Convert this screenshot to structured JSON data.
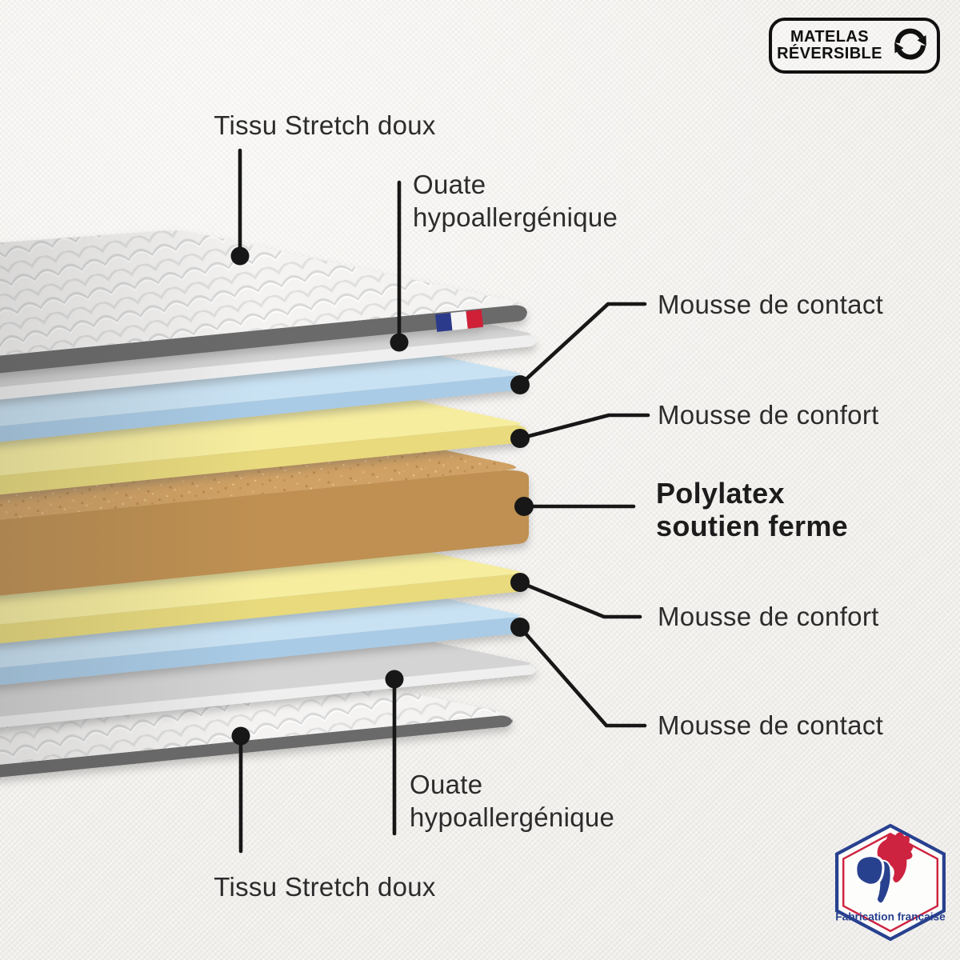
{
  "badge": {
    "line1": "MATELAS",
    "line2": "RÉVERSIBLE",
    "icon": "reversible-arrows-icon"
  },
  "labels": {
    "tissu_top": "Tissu Stretch doux",
    "ouate_top_line1": "Ouate",
    "ouate_top_line2": "hypoallergénique",
    "mousse_contact_top": "Mousse de contact",
    "mousse_confort_top": "Mousse de confort",
    "polylatex_line1": "Polylatex",
    "polylatex_line2": "soutien ferme",
    "mousse_confort_bottom": "Mousse de confort",
    "mousse_contact_bottom": "Mousse de contact",
    "ouate_bottom_line1": "Ouate",
    "ouate_bottom_line2": "hypoallergénique",
    "tissu_bottom": "Tissu Stretch doux"
  },
  "layers": [
    {
      "order": 1,
      "label": "Tissu Stretch doux",
      "color": "#f4f3f2"
    },
    {
      "order": 2,
      "label": "Ouate hypoallergénique",
      "color": "#d4d4d4"
    },
    {
      "order": 3,
      "label": "Mousse de contact",
      "color": "#c9e2f3"
    },
    {
      "order": 4,
      "label": "Mousse de confort",
      "color": "#f6ed9f"
    },
    {
      "order": 5,
      "label": "Polylatex soutien ferme",
      "color": "#d0a164",
      "emphasis": true
    },
    {
      "order": 6,
      "label": "Mousse de confort",
      "color": "#f6ed9f"
    },
    {
      "order": 7,
      "label": "Mousse de contact",
      "color": "#c9e2f3"
    },
    {
      "order": 8,
      "label": "Ouate hypoallergénique",
      "color": "#d4d4d4"
    },
    {
      "order": 9,
      "label": "Tissu Stretch doux",
      "color": "#f4f3f2"
    }
  ],
  "flag_tag": {
    "blue": "#2c3a8c",
    "white": "#f4f4f4",
    "red": "#cf2038"
  },
  "logo": {
    "caption": "Fabrication française",
    "blue": "#28418f",
    "red": "#ce2340"
  },
  "colors": {
    "background": "#f1efec",
    "line": "#171717",
    "text": "#2c2c2c",
    "badge_ink": "#101010",
    "quilt_surface": "#f4f3f2",
    "quilt_band": "#6a6a6a",
    "ouate_surface": "#d4d4d4",
    "ouate_band": "#efefef",
    "contact_surface": "#c9e2f3",
    "contact_band": "#a9cbe6",
    "confort_surface": "#f6ed9f",
    "confort_band": "#e8da7d",
    "polylatex_surface": "#d0a164",
    "polylatex_band": "#bf9051"
  }
}
